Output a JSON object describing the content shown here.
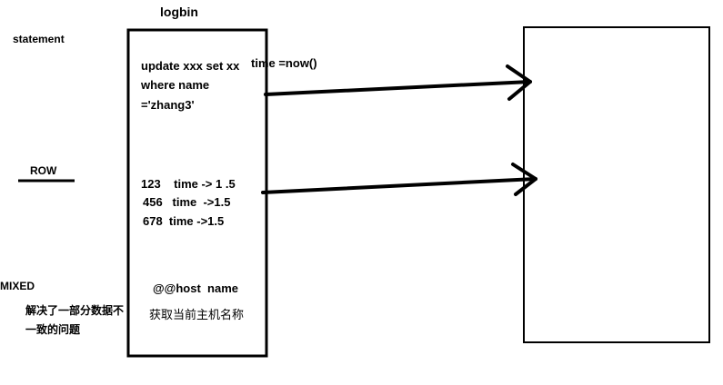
{
  "title": "logbin",
  "labels": {
    "statement": "statement",
    "row": "ROW",
    "mixed": "MIXED",
    "mixed_note_line1": "解决了一部分数据不",
    "mixed_note_line2": "一致的问题"
  },
  "statement_block": {
    "line1": "update xxx set xx",
    "line1_extra": "time =now()",
    "line2": "where name",
    "line3": "='zhang3'"
  },
  "row_block": {
    "lines": [
      "123    time -> 1 .5",
      "456   time  ->1.5",
      "678  time ->1.5"
    ]
  },
  "mixed_block": {
    "line1": "@@host  name",
    "line2": "获取当前主机名称"
  },
  "colors": {
    "ink": "#000000",
    "background": "#ffffff"
  }
}
